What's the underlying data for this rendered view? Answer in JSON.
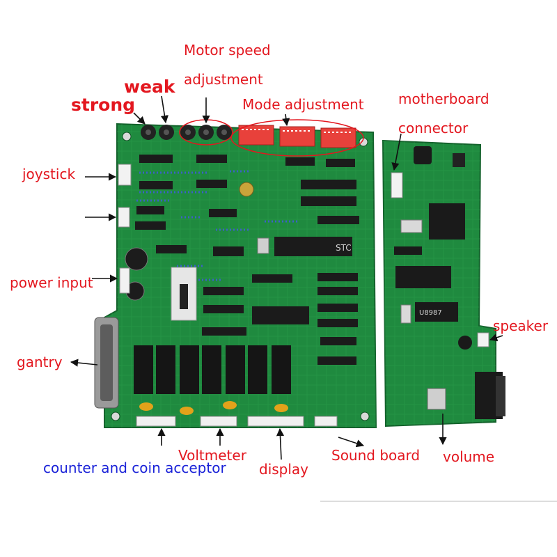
{
  "labels": {
    "motor_speed_1": "Motor speed",
    "motor_speed_2": "adjustment",
    "weak": "weak",
    "strong": "strong",
    "mode_adjustment": "Mode adjustment",
    "motherboard_1": "motherboard",
    "motherboard_2": "connector",
    "joystick": "joystick",
    "power_input": "power input",
    "gantry": "gantry",
    "speaker": "speaker",
    "voltmeter": "Voltmeter",
    "display": "display",
    "sound_board": "Sound board",
    "volume": "volume",
    "counter_coin": "counter and coin acceptor"
  },
  "board_markings": {
    "cpu_chip": "STC",
    "sub_chip": "U8987"
  },
  "colors": {
    "label_red": "#e3171f",
    "label_blue": "#1a22d8",
    "pcb_green": "#1f8a3f",
    "dip_red": "#e8413b"
  }
}
